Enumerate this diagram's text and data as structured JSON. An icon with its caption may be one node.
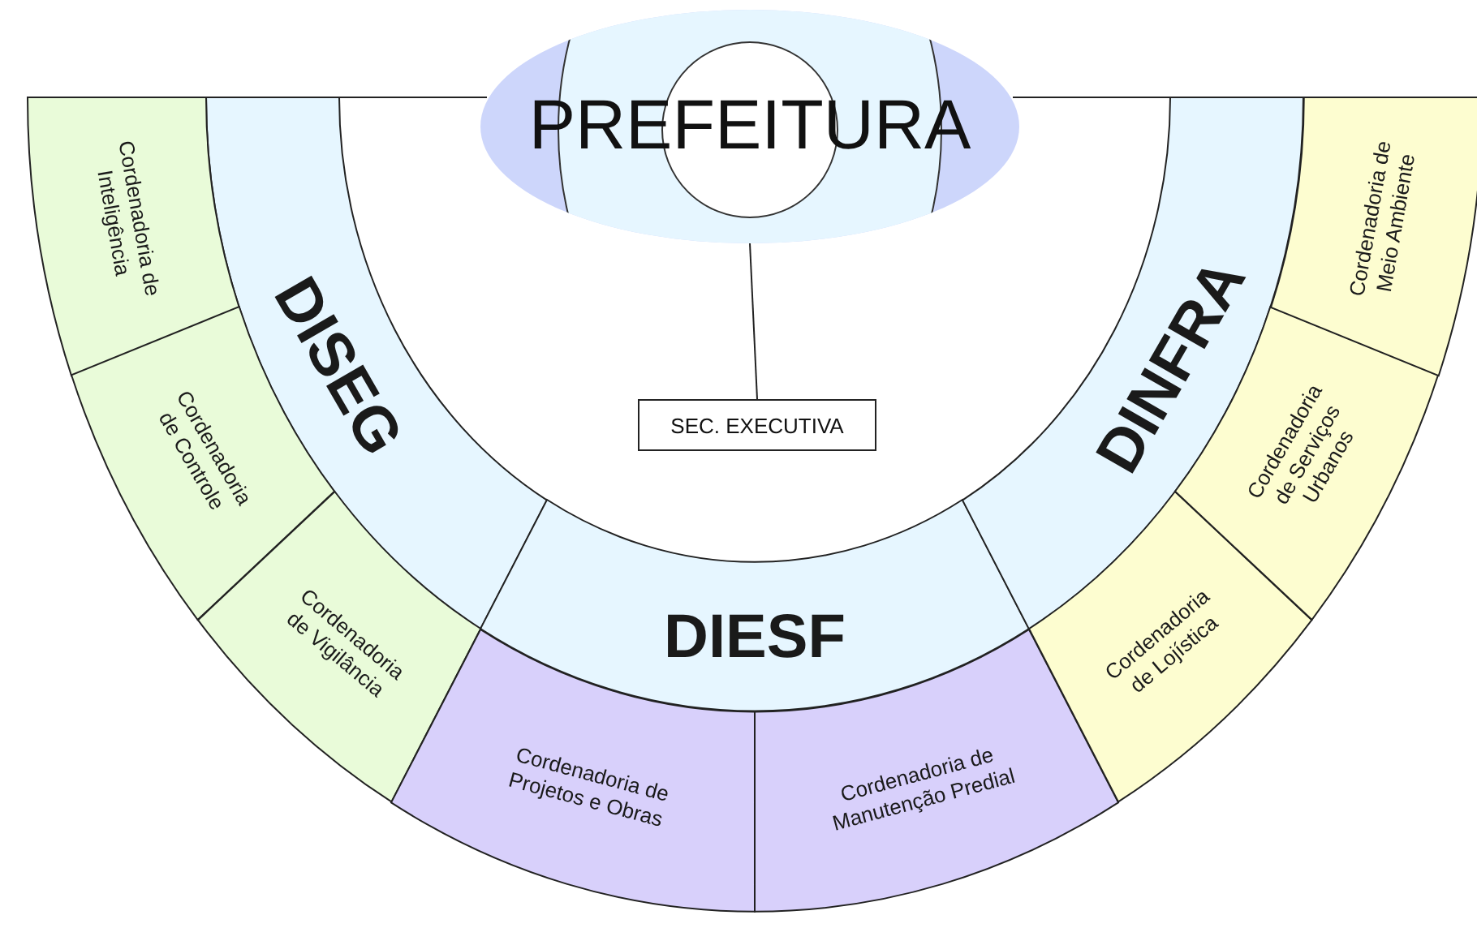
{
  "diagram": {
    "nodes": [
      {
        "text": [
          "PREFEITURA"
        ]
      },
      {
        "text": [
          "SEC. EXECUTIVA"
        ]
      },
      {
        "text": [
          "DISEG"
        ]
      },
      {
        "text": [
          "DIESF"
        ]
      },
      {
        "text": [
          "DINFRA"
        ]
      },
      {
        "text": [
          "Cordenadoria de Inteligência"
        ]
      },
      {
        "text": [
          "Cordenadoria de Controle"
        ]
      },
      {
        "text": [
          "Cordenadoria de Vigilância"
        ]
      },
      {
        "text": [
          "Cordenadoria de Projetos e Obras"
        ]
      },
      {
        "text": [
          "Cordenadoria de Manutenção Predial"
        ]
      },
      {
        "text": [
          "Cordenadoria de Lojística"
        ]
      },
      {
        "text": [
          "Cordenadoria de Serviços Urbanos"
        ]
      },
      {
        "text": [
          "Cordenadoria de Meio Ambiente"
        ]
      }
    ],
    "edges": [
      {
        "from": 0,
        "to": 1,
        "arrow": "none"
      }
    ]
  }
}
